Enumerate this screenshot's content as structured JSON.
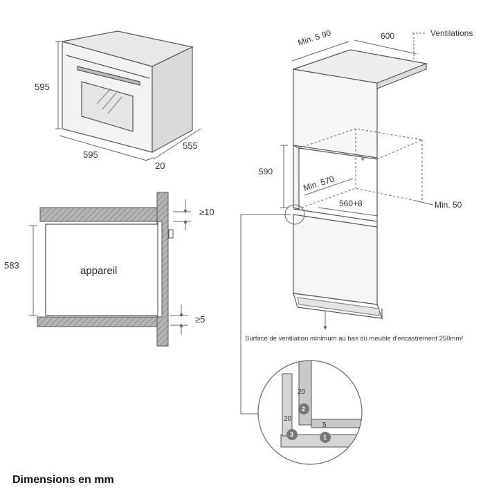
{
  "title": "Dimensions en mm",
  "oven": {
    "height": "595",
    "width": "595",
    "depth": "555",
    "door_thickness": "20"
  },
  "side_section": {
    "device_label": "appareil",
    "device_height": "583",
    "top_gap": "≥10",
    "bottom_gap": "≥5"
  },
  "cabinet": {
    "min_depth": "Min. 5 90",
    "width": "600",
    "ventilations": "Ventilations",
    "niche_height": "590",
    "niche_depth": "Min. 570",
    "niche_width": "560+8",
    "min_50": "Min. 50",
    "star": "*",
    "ventilation_note": "Surface de ventilation minimum au bas du meuble d'encastrement 250mm²"
  },
  "detail": {
    "dim_a": "20",
    "dim_b": "20",
    "dim_c": "5",
    "badges": [
      "2",
      "3",
      "1"
    ]
  }
}
